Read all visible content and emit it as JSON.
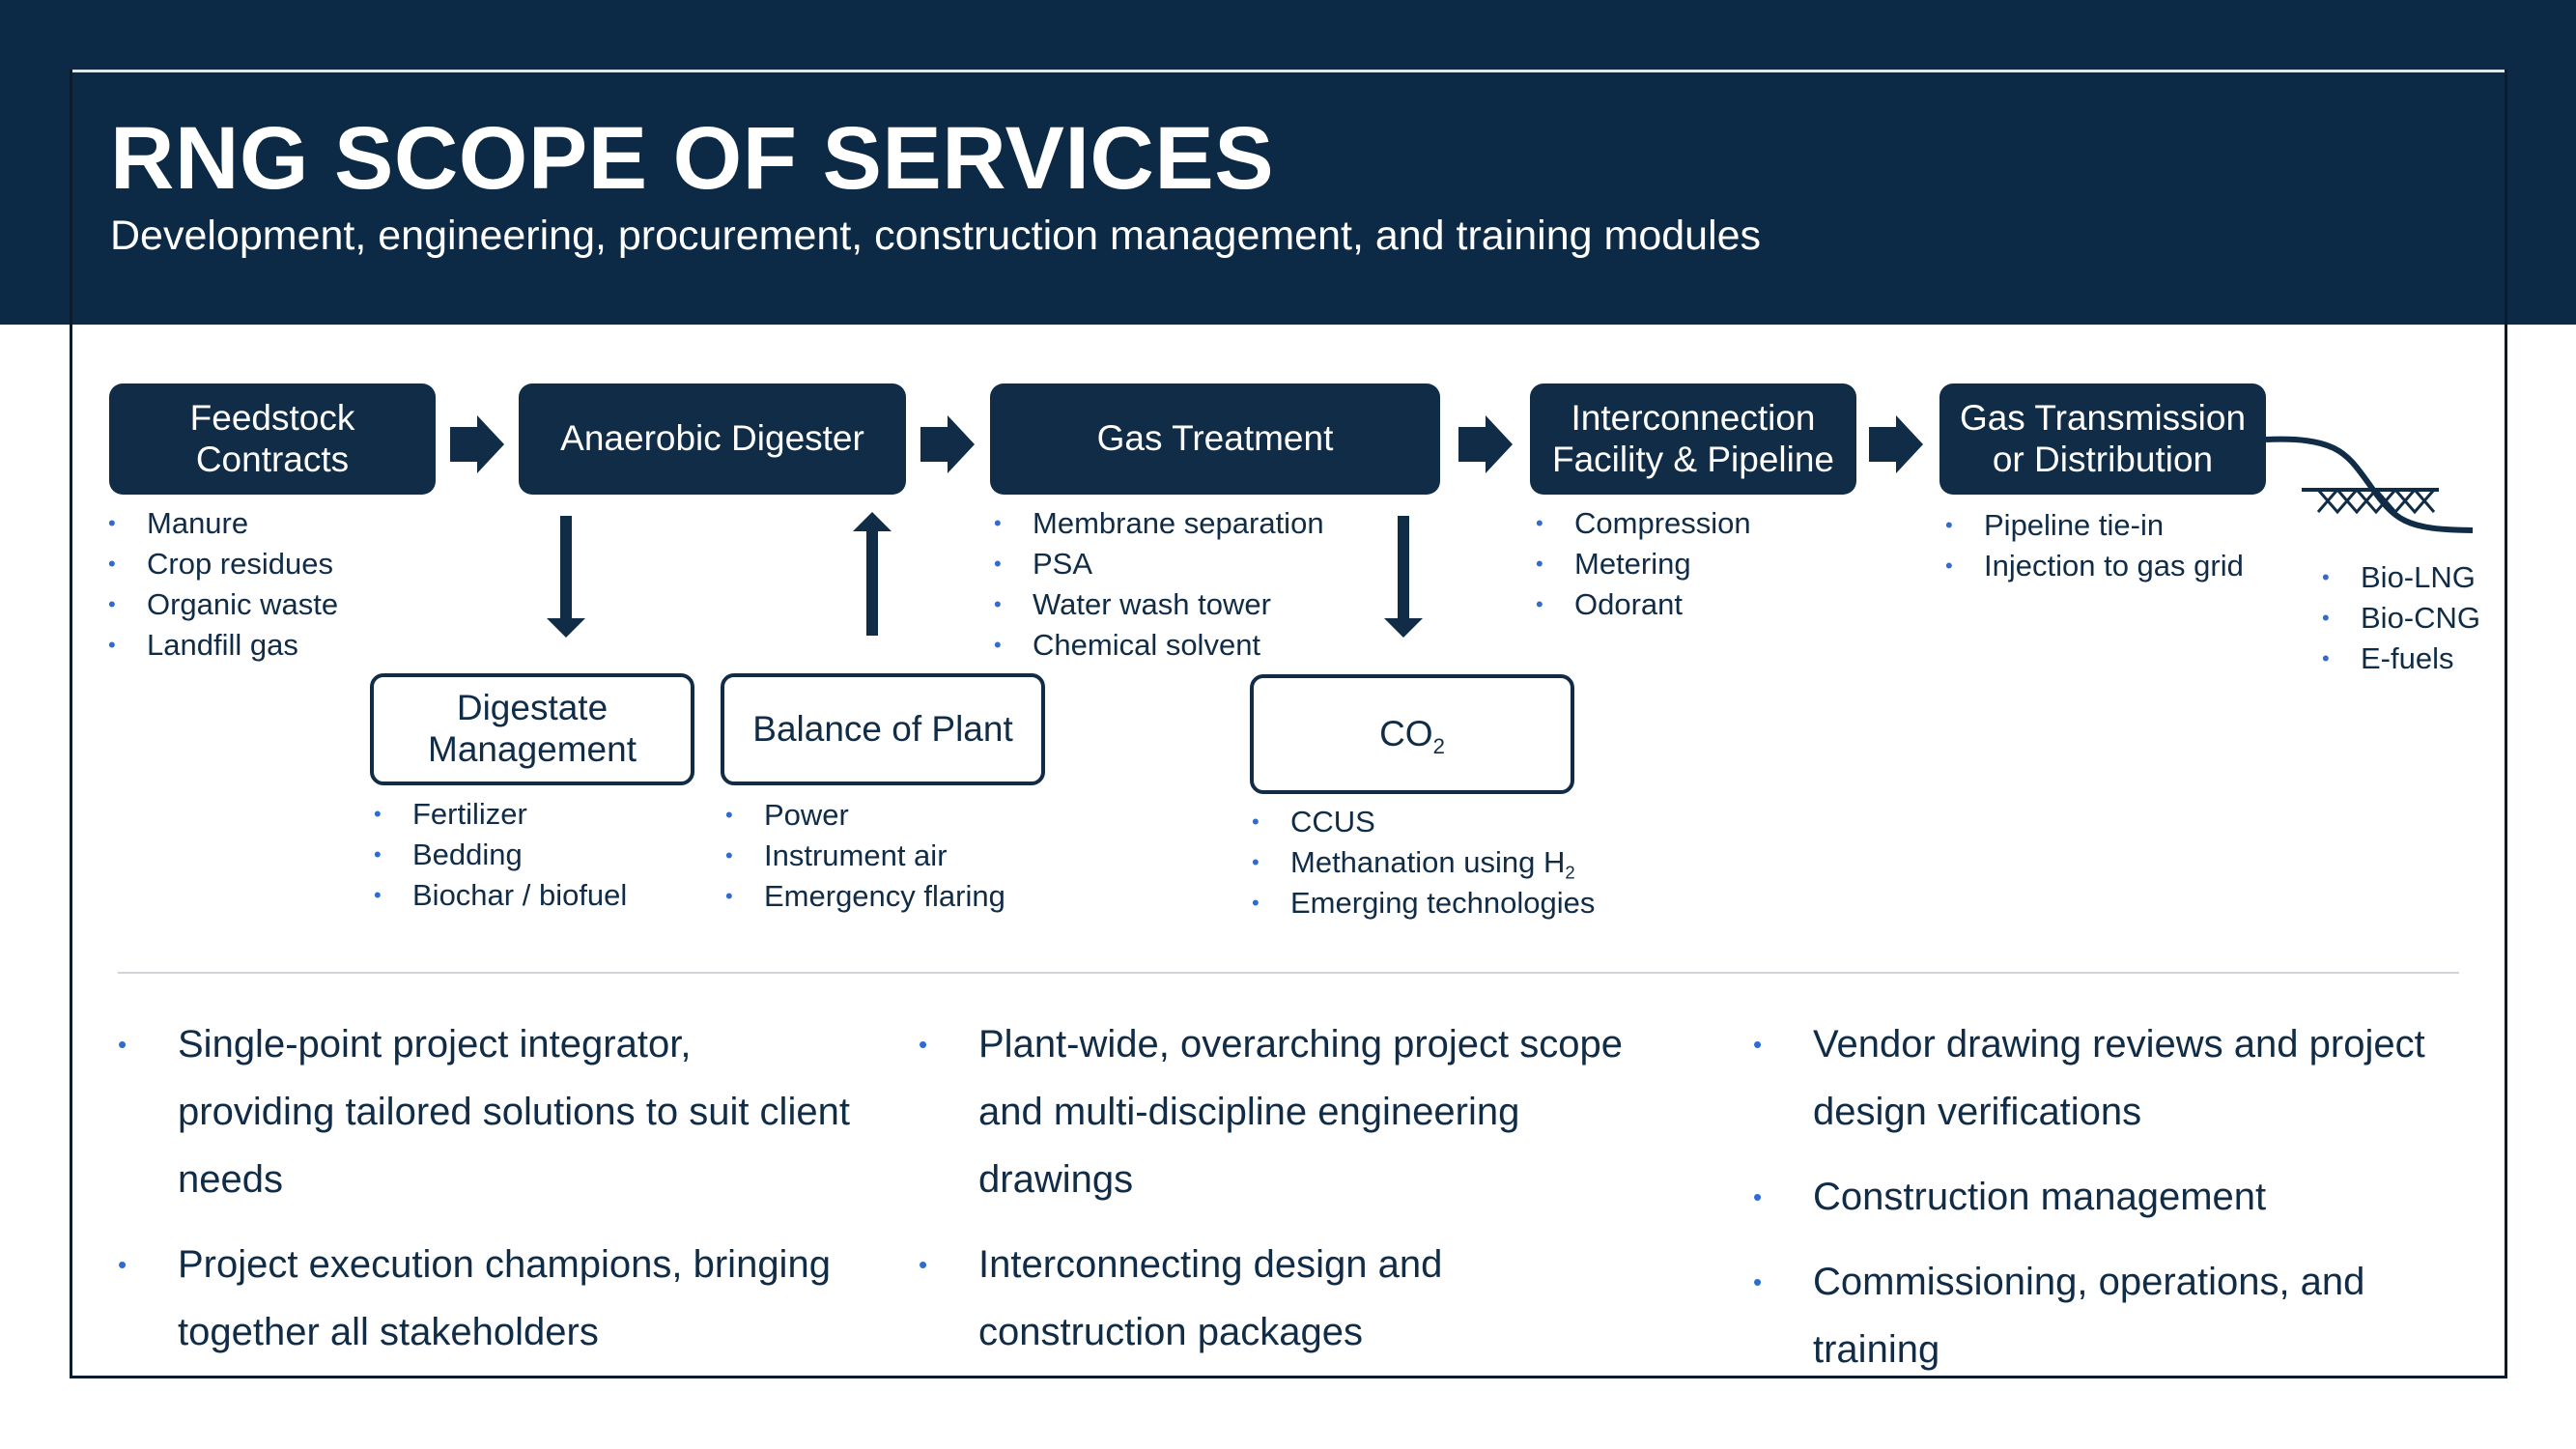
{
  "header": {
    "title": "RNG SCOPE OF SERVICES",
    "subtitle": "Development, engineering, procurement, construction management, and training modules"
  },
  "flow": {
    "feedstock": {
      "label": "Feedstock\nContracts",
      "items": [
        "Manure",
        "Crop residues",
        "Organic waste",
        "Landfill gas"
      ]
    },
    "digester": {
      "label": "Anaerobic Digester"
    },
    "treatment": {
      "label": "Gas Treatment",
      "items": [
        "Membrane separation",
        "PSA",
        "Water wash tower",
        "Chemical solvent"
      ]
    },
    "interconnection": {
      "label": "Interconnection\nFacility & Pipeline",
      "items": [
        "Compression",
        "Metering",
        "Odorant"
      ]
    },
    "transmission": {
      "label": "Gas Transmission\nor Distribution",
      "items": [
        "Pipeline tie-in",
        "Injection to gas grid"
      ]
    },
    "end_products": [
      "Bio-LNG",
      "Bio-CNG",
      "E-fuels"
    ],
    "digestate": {
      "label": "Digestate\nManagement",
      "items": [
        "Fertilizer",
        "Bedding",
        "Biochar / biofuel"
      ]
    },
    "bop": {
      "label": "Balance of Plant",
      "items": [
        "Power",
        "Instrument air",
        "Emergency flaring"
      ]
    },
    "co2": {
      "label_main": "CO",
      "label_sub": "2",
      "items": [
        "CCUS",
        "Emerging technologies"
      ],
      "methanation_main": "Methanation using H",
      "methanation_sub": "2"
    }
  },
  "services": {
    "col1": [
      "Single-point project integrator, providing tailored solutions to suit client needs",
      "Project execution champions, bringing together all stakeholders"
    ],
    "col2": [
      "Plant-wide, overarching project scope and multi-discipline engineering drawings",
      "Interconnecting design and construction packages"
    ],
    "col3": [
      "Vendor drawing reviews and project design verifications",
      "Construction management",
      "Commissioning, operations, and training"
    ]
  },
  "colors": {
    "navy": "#0c2a46",
    "box": "#102c47",
    "bullet": "#2f6bd1"
  }
}
